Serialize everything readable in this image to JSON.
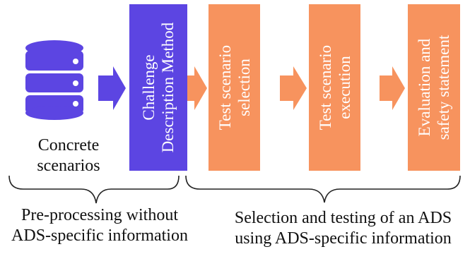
{
  "database": {
    "icon": "database-icon",
    "color": "#5c45e2"
  },
  "captions": {
    "concrete_scenarios": "Concrete\nscenarios",
    "preprocessing": "Pre-processing without\nADS-specific information",
    "selection_testing": "Selection and testing of an ADS\nusing ADS-specific information"
  },
  "boxes": [
    {
      "label": "Challenge\nDescription Method",
      "color": "#5c45e2"
    },
    {
      "label": "Test scenario\nselection",
      "color": "#f7935e"
    },
    {
      "label": "Test scenario\nexecution",
      "color": "#f7935e"
    },
    {
      "label": "Evaluation and\nsafety statement",
      "color": "#f7935e"
    }
  ],
  "colors": {
    "purple": "#5c45e2",
    "orange": "#f7935e"
  }
}
